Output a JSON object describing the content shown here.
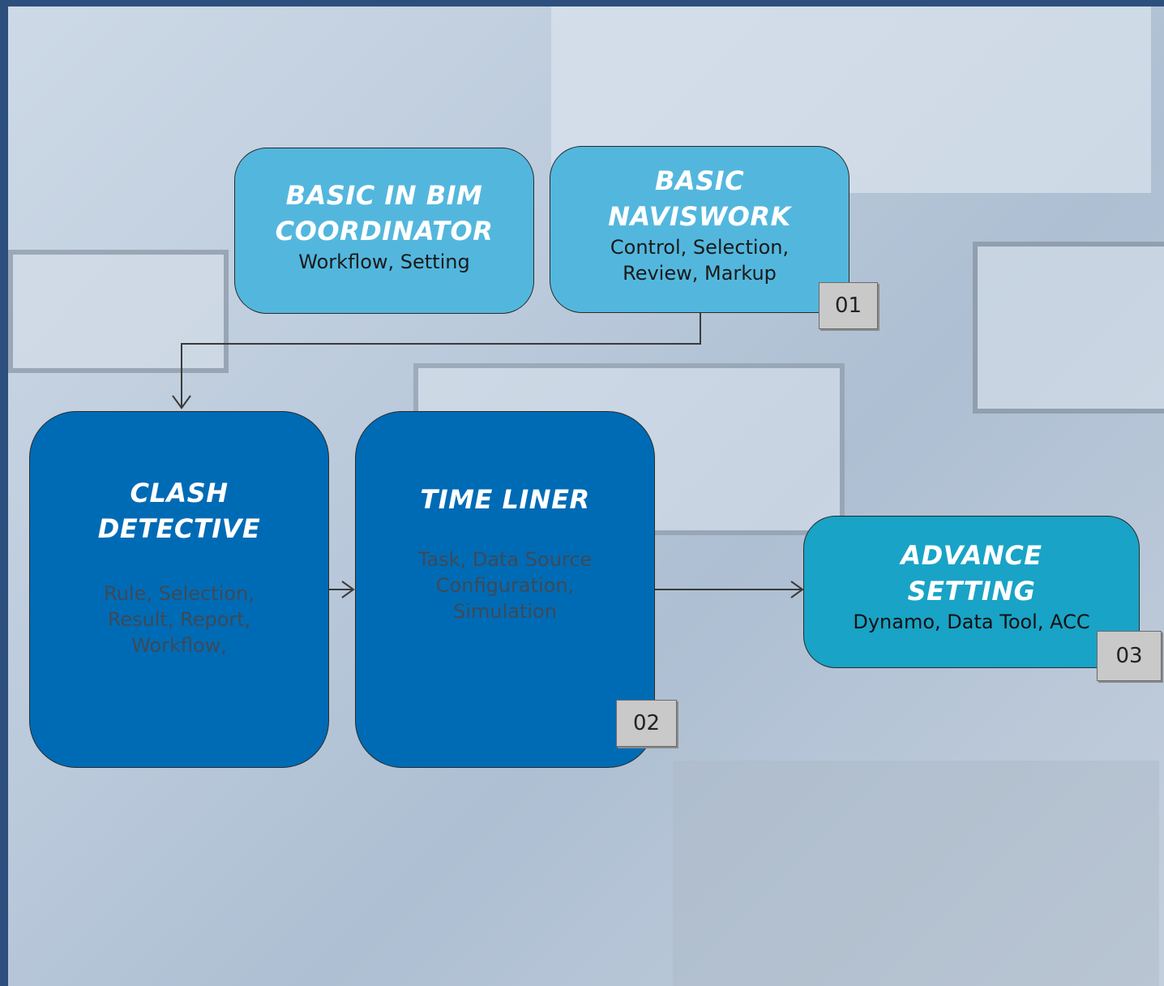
{
  "boxes": {
    "basic_bim": {
      "title_line1": "BASIC IN BIM",
      "title_line2": "COORDINATOR",
      "subtitle": "Workflow, Setting"
    },
    "basic_navis": {
      "title_line1": "BASIC",
      "title_line2": "NAVISWORK",
      "subtitle_line1": "Control, Selection,",
      "subtitle_line2": "Review, Markup"
    },
    "clash": {
      "title_line1": "CLASH",
      "title_line2": "DETECTIVE",
      "subtitle_line1": "Rule, Selection,",
      "subtitle_line2": "Result, Report,",
      "subtitle_line3": "Workflow,"
    },
    "timeliner": {
      "title": "TIME LINER",
      "subtitle_line1": "Task, Data Source",
      "subtitle_line2": "Configuration,",
      "subtitle_line3": "Simulation"
    },
    "advance": {
      "title_line1": "ADVANCE",
      "title_line2": "SETTING",
      "subtitle": "Dynamo, Data Tool, ACC"
    }
  },
  "tags": {
    "t1": "01",
    "t2": "02",
    "t3": "03"
  },
  "colors": {
    "light_box": "#53b7dd",
    "dark_box": "#006bb5",
    "teal_box": "#19a3c6",
    "frame": "#2c4f7e",
    "tag": "#c9c9c9"
  }
}
